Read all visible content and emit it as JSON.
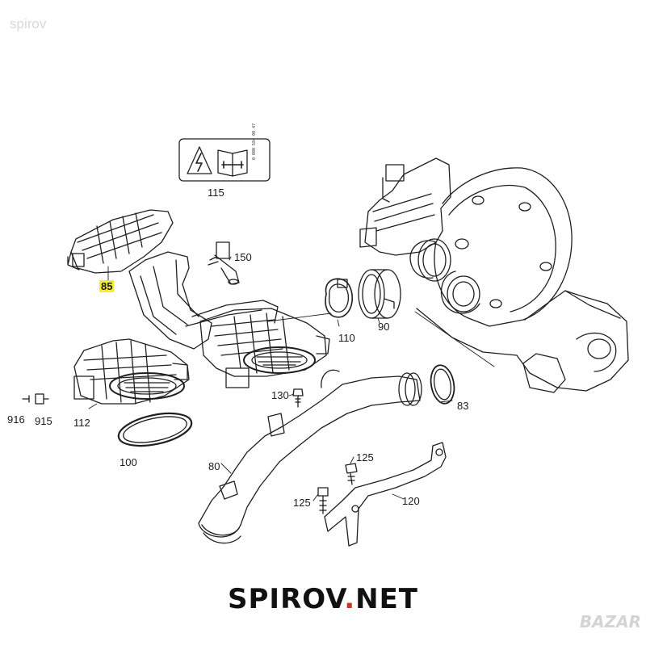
{
  "watermark_top": "spirov",
  "watermark_bottom": "BAZAR",
  "brand": {
    "left": "SPIROV",
    "dot": ".",
    "right": "NET"
  },
  "warning_label": {
    "code_text": "0 000 584 00 47"
  },
  "part_labels": {
    "p85": "85",
    "p150": "150",
    "p115": "115",
    "p110": "110",
    "p90": "90",
    "p130": "130",
    "p83": "83",
    "p916": "916",
    "p915": "915",
    "p112": "112",
    "p100": "100",
    "p80": "80",
    "p125a": "125",
    "p125b": "125",
    "p120": "120"
  },
  "colors": {
    "highlight": "#f5ec2a",
    "line": "#1f1f1f",
    "brand_dot": "#c0392b"
  }
}
